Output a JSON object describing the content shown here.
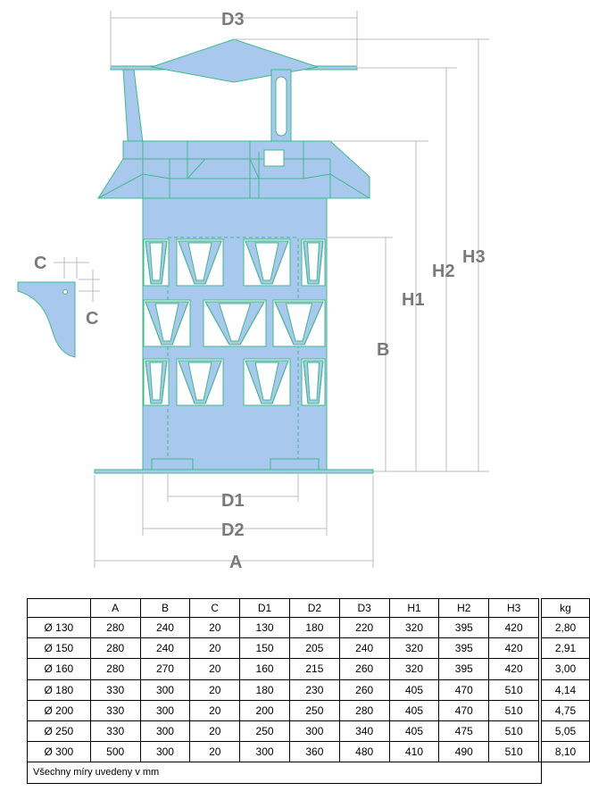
{
  "dimension_labels": {
    "d3": "D3",
    "h1": "H1",
    "h2": "H2",
    "h3": "H3",
    "b": "B",
    "c_top": "C",
    "c_side": "C",
    "d1": "D1",
    "d2": "D2",
    "a": "A"
  },
  "table": {
    "headers": [
      "",
      "A",
      "B",
      "C",
      "D1",
      "D2",
      "D3",
      "H1",
      "H2",
      "H3",
      "kg"
    ],
    "rows": [
      [
        "Ø 130",
        "280",
        "240",
        "20",
        "130",
        "180",
        "220",
        "320",
        "395",
        "420",
        "2,80"
      ],
      [
        "Ø 150",
        "280",
        "240",
        "20",
        "150",
        "205",
        "240",
        "320",
        "395",
        "420",
        "2,91"
      ],
      [
        "Ø 160",
        "280",
        "270",
        "20",
        "160",
        "215",
        "260",
        "320",
        "395",
        "420",
        "3,00"
      ],
      [
        "Ø 180",
        "330",
        "300",
        "20",
        "180",
        "230",
        "260",
        "405",
        "470",
        "510",
        "4,14"
      ],
      [
        "Ø 200",
        "330",
        "300",
        "20",
        "200",
        "250",
        "280",
        "405",
        "470",
        "510",
        "4,75"
      ],
      [
        "Ø 250",
        "330",
        "300",
        "20",
        "250",
        "300",
        "340",
        "405",
        "475",
        "510",
        "5,05"
      ],
      [
        "Ø 300",
        "500",
        "300",
        "20",
        "300",
        "360",
        "480",
        "410",
        "490",
        "510",
        "8,10"
      ]
    ],
    "note": "Všechny míry uvedeny v mm"
  },
  "colors": {
    "fill": "#a9c8ee",
    "outline": "#3fb98a",
    "dimension": "#bcbcbc",
    "label": "#7a7a7a"
  }
}
